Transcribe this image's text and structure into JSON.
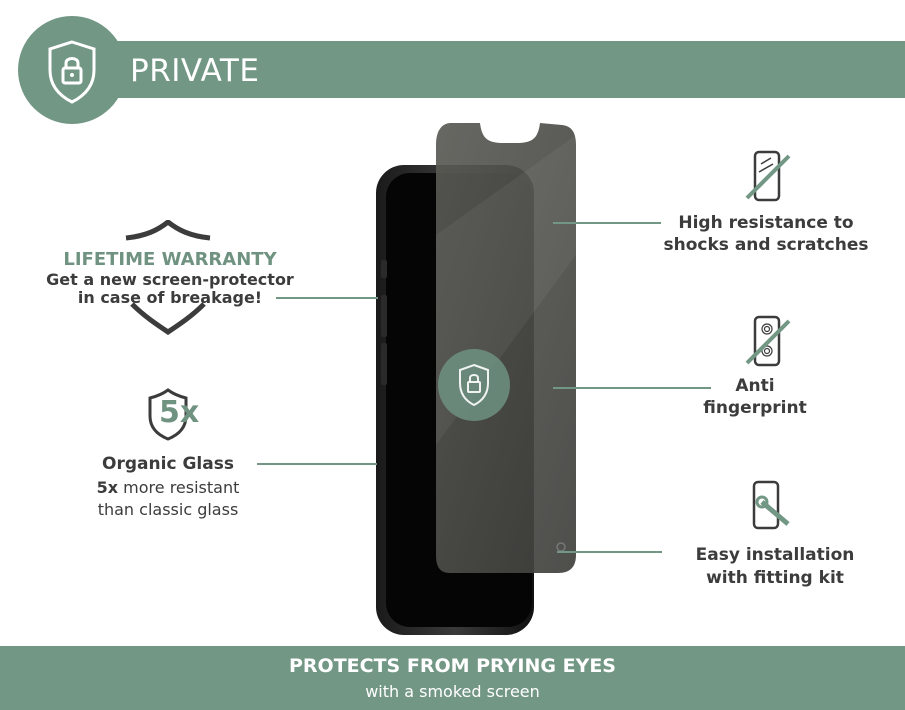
{
  "header": {
    "title": "PRIVATE",
    "icon": "shield-lock-icon"
  },
  "colors": {
    "accent": "#739785",
    "text": "#3c3c3c"
  },
  "warranty": {
    "title": "LIFETIME WARRANTY",
    "line1": "Get a new screen-protector",
    "line2": "in case of breakage!",
    "icon": "shield-outline-icon"
  },
  "organic": {
    "icon_label": "5x",
    "title": "Organic Glass",
    "strong": "5x",
    "line1_rest": " more resistant",
    "line2": "than classic glass"
  },
  "features": [
    {
      "line1": "High resistance to",
      "line2": "shocks and scratches",
      "icon": "phone-scratch-icon"
    },
    {
      "line1": "Anti",
      "line2": "fingerprint",
      "icon": "fingerprint-phone-icon"
    },
    {
      "line1": "Easy installation",
      "line2": "with fitting kit",
      "icon": "phone-wrench-icon"
    }
  ],
  "footer": {
    "title": "PROTECTS FROM PRYING EYES",
    "subtitle": "with a smoked screen"
  }
}
